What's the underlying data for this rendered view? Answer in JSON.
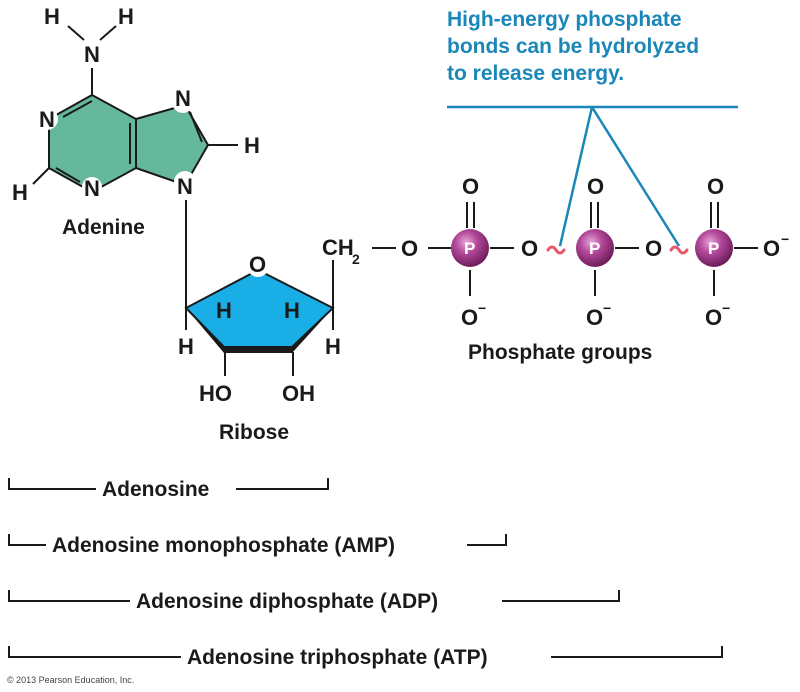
{
  "callout": {
    "lines": [
      "High-energy phosphate",
      "bonds can be hydrolyzed",
      "to release energy."
    ],
    "color": "#1a87b8"
  },
  "adenine": {
    "label": "Adenine",
    "fill_color": "#66b89c",
    "atoms": {
      "amine_h1": "H",
      "amine_h2": "H",
      "amine_n": "N",
      "n1": "N",
      "n3": "N",
      "n7": "N",
      "n9": "N",
      "h2": "H",
      "h8": "H"
    }
  },
  "ribose": {
    "label": "Ribose",
    "fill_color": "#1aaee6",
    "atoms": {
      "ring_o": "O",
      "h_inner_left": "H",
      "h_inner_right": "H",
      "h_c1": "H",
      "h_c4": "H",
      "oh_left": "HO",
      "oh_right": "OH",
      "ch2": "CH",
      "ch2_sub": "2"
    }
  },
  "phosphates": {
    "label": "Phosphate groups",
    "ball_color": "#a0307e",
    "bond_color": "#e8576a",
    "link_o": "O",
    "groups": [
      {
        "p": "P",
        "top": "O",
        "bottom": "O",
        "bottom_charge": "−",
        "right": "O"
      },
      {
        "p": "P",
        "top": "O",
        "bottom": "O",
        "bottom_charge": "−",
        "right": "O"
      },
      {
        "p": "P",
        "top": "O",
        "bottom": "O",
        "bottom_charge": "−",
        "right": "O",
        "right_charge": "−"
      }
    ]
  },
  "ranges": [
    {
      "name": "adenosine",
      "label": "Adenosine"
    },
    {
      "name": "amp",
      "label": "Adenosine monophosphate (AMP)"
    },
    {
      "name": "adp",
      "label": "Adenosine diphosphate (ADP)"
    },
    {
      "name": "atp",
      "label": "Adenosine triphosphate (ATP)"
    }
  ],
  "copyright": "© 2013 Pearson Education, Inc."
}
